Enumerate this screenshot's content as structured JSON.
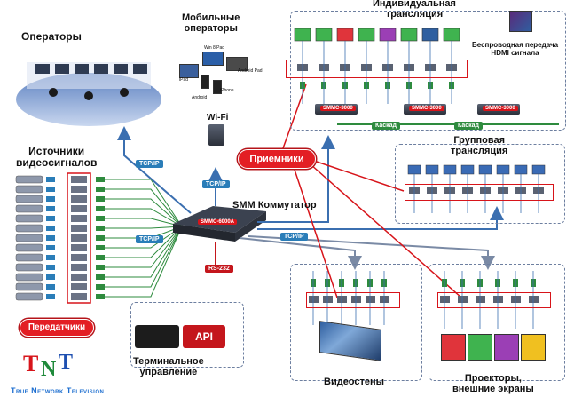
{
  "labels": {
    "operators": "Операторы",
    "mobile": "Мобильные\nоператоры",
    "wifi": "Wi-Fi",
    "individual": "Индивидуальная\nтрансляция",
    "wireless": "Беспроводная передача\nHDMI сигнала",
    "sources": "Источники\nвидеосигналов",
    "receivers": "Приемники",
    "group": "Групповая\nтрансляция",
    "switch": "SMM Коммутатор",
    "transmitters": "Передатчики",
    "terminal": "Терминальное\nуправление",
    "videowall": "Видеостены",
    "projectors": "Проекторы,\nвнешние экраны",
    "api": "API",
    "tcpip": "TCP/IP",
    "rs232": "RS-232",
    "cascade": "Каскад",
    "smmc6000a": "SMMC-6000A",
    "smmc3000": "SMMC-3000"
  },
  "mobile_devices": {
    "ipad": "iPad",
    "android": "Android",
    "winpad": "Win 8 Pad",
    "androidpad": "Android Pad",
    "iphone": "iPhone"
  },
  "logo": {
    "letters": [
      "T",
      "N",
      "T"
    ],
    "subtitle": "True Network Television"
  },
  "colors": {
    "red": "#e31e24",
    "blue": "#2a7db8",
    "green": "#2e8b3e",
    "dashed": "#6d7fa0"
  }
}
